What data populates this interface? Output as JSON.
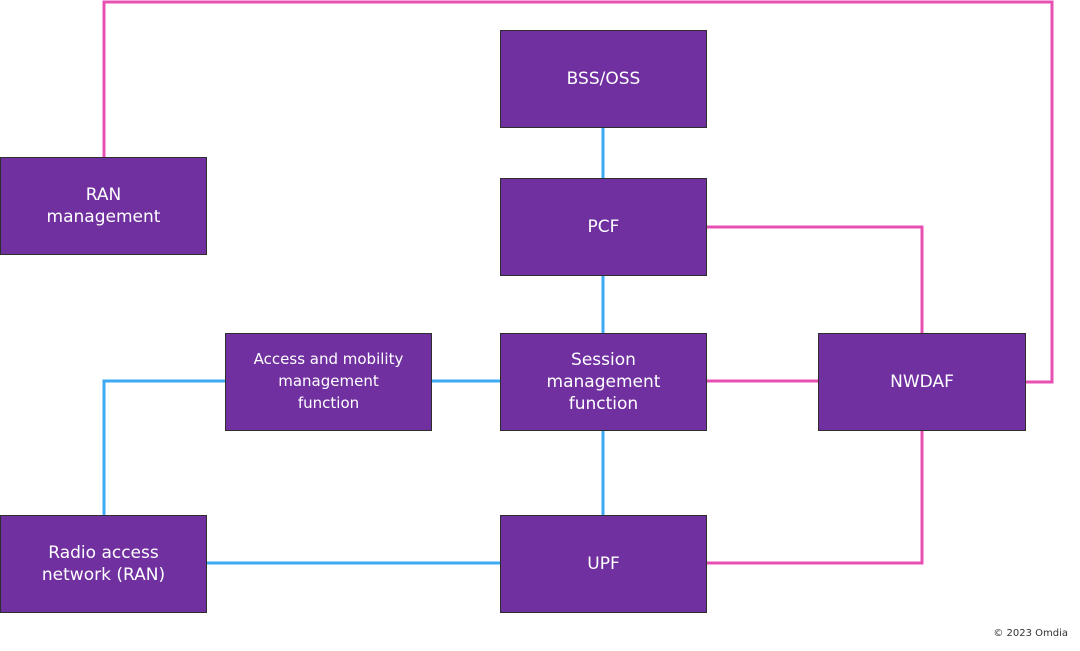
{
  "diagram": {
    "nodes": {
      "bss_oss": "BSS/OSS",
      "ran_management": "RAN\nmanagement",
      "pcf": "PCF",
      "amf": "Access and mobility\nmanagement\nfunction",
      "smf": "Session\nmanagement\nfunction",
      "nwdaf": "NWDAF",
      "ran": "Radio access\nnetwork (RAN)",
      "upf": "UPF"
    },
    "colors": {
      "node_fill": "#7030a0",
      "node_border": "#2e2e2e",
      "node_text": "#ffffff",
      "connector_blue": "#3fa9f5",
      "connector_pink": "#e84fb3"
    }
  },
  "footer": {
    "copyright": "© 2023 Omdia"
  }
}
